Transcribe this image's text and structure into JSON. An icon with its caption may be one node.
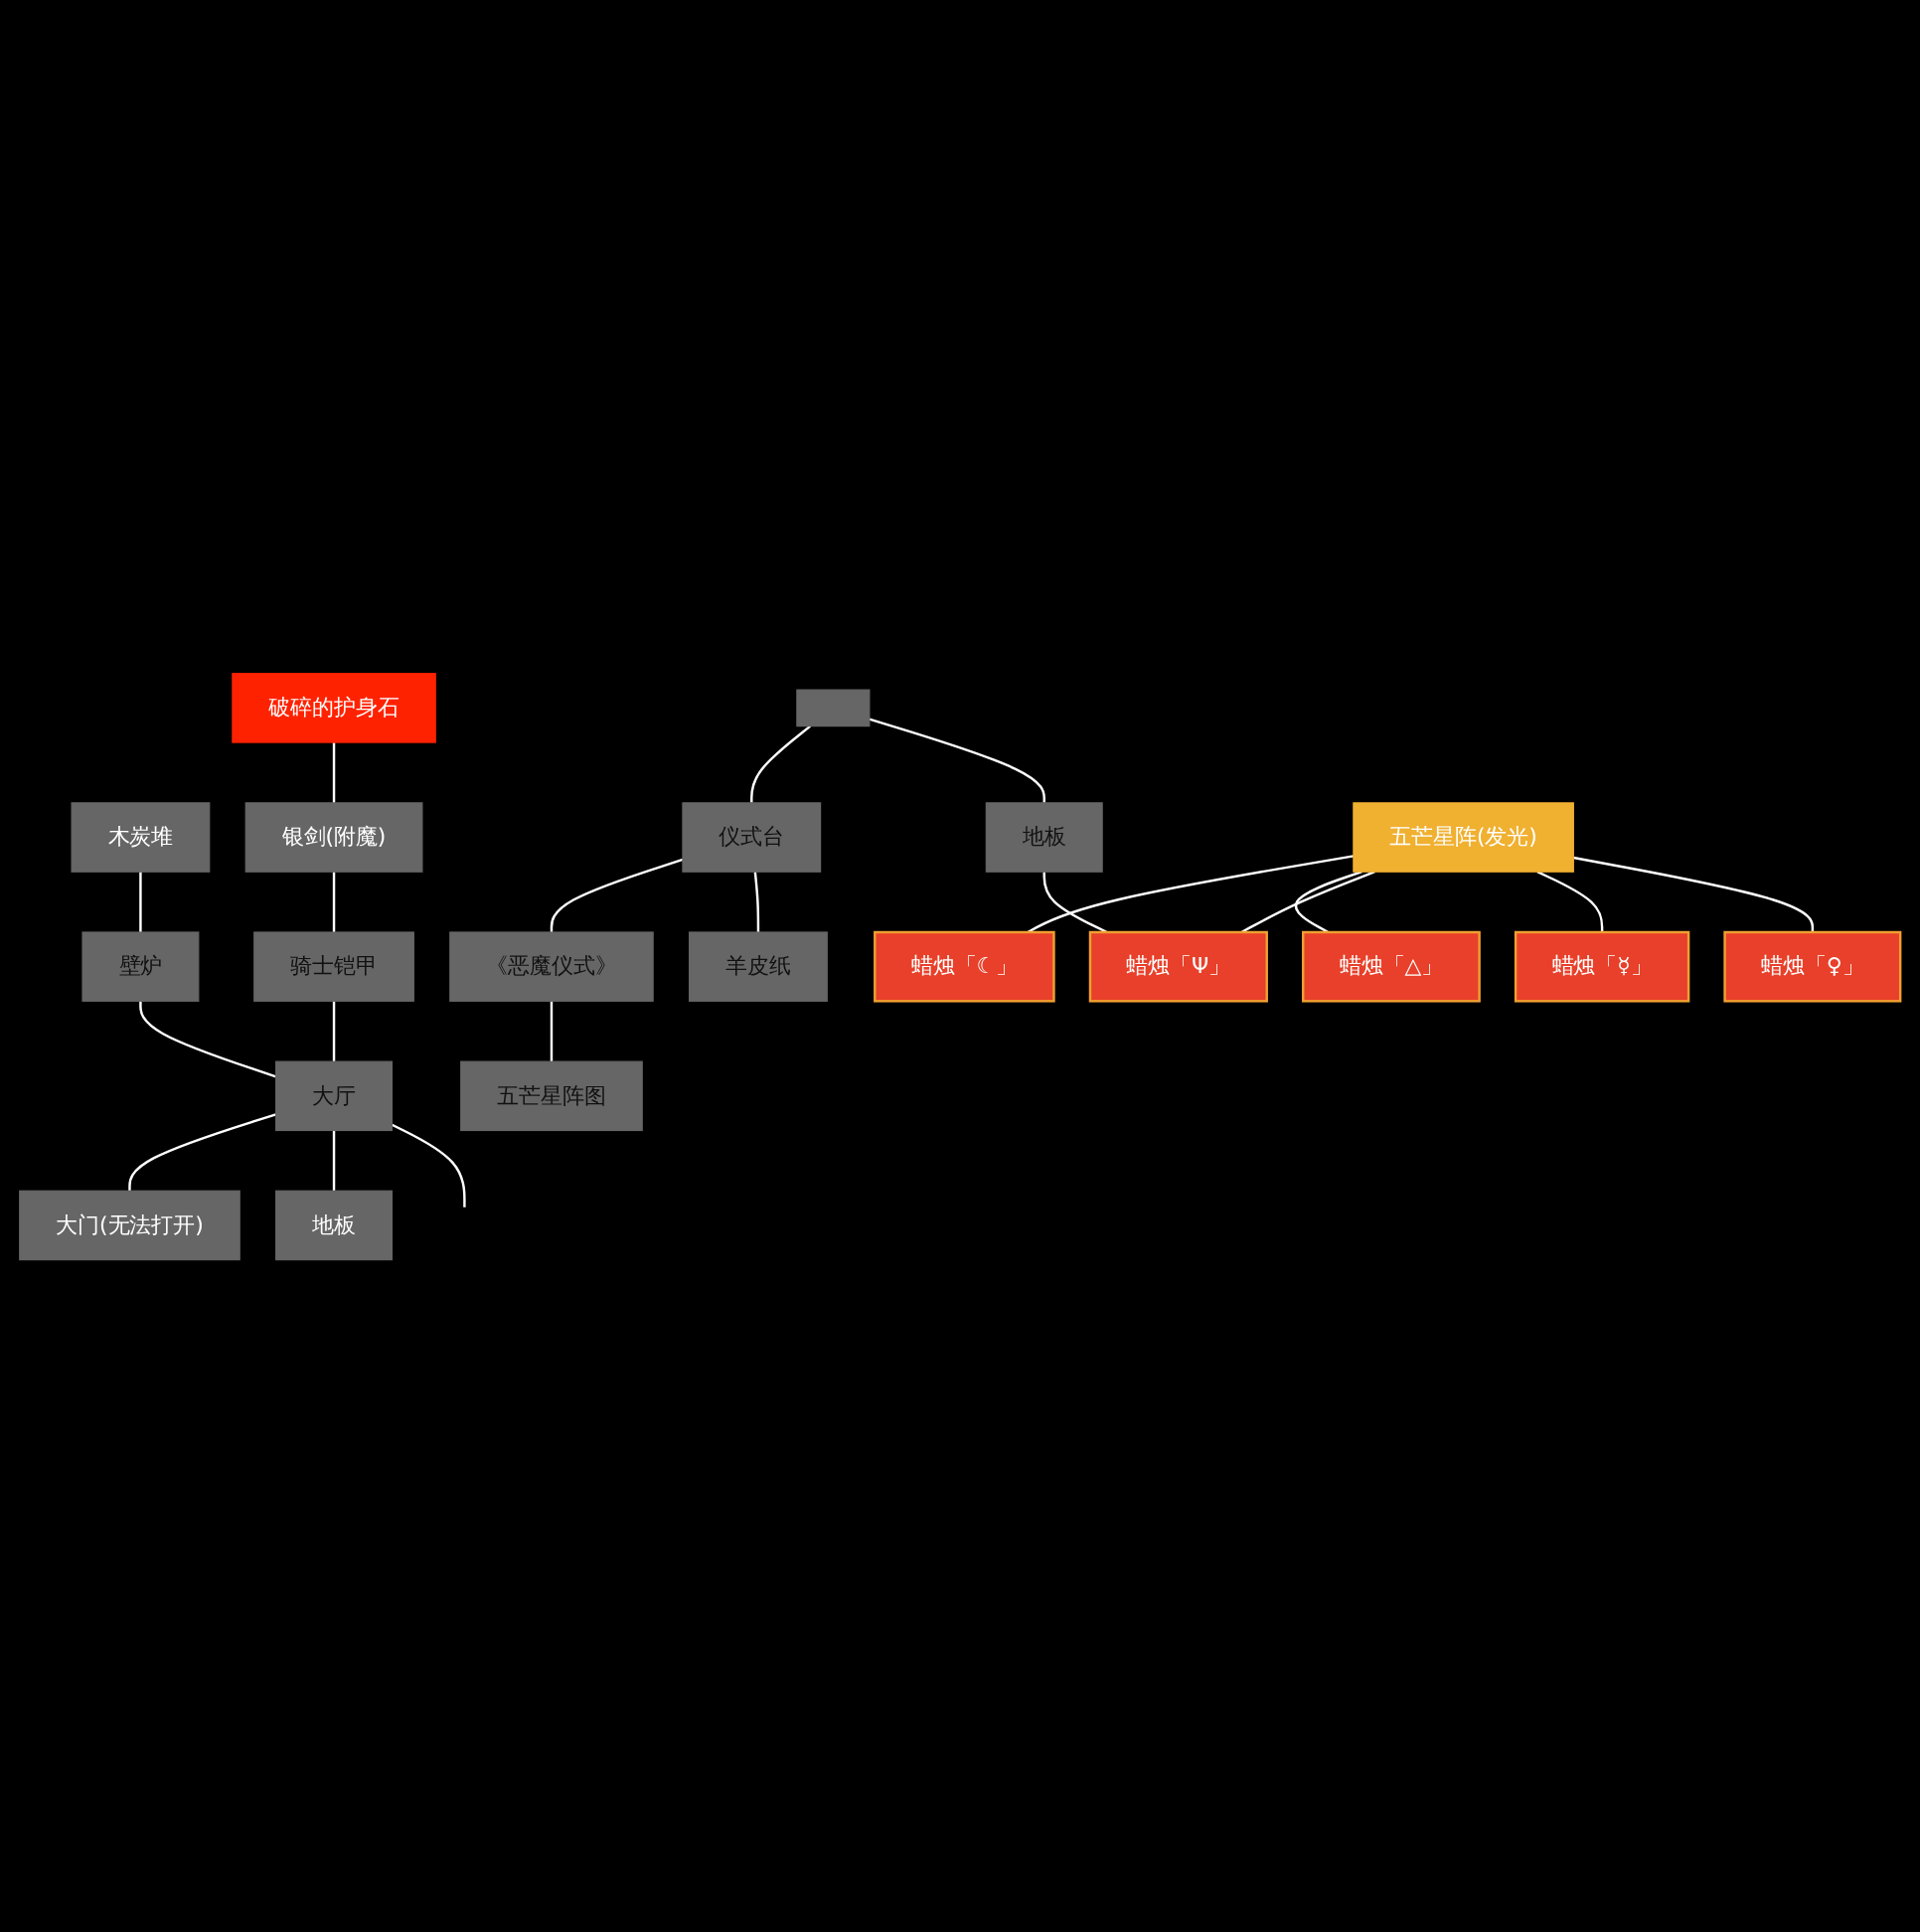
{
  "diagram": {
    "nodes": [
      {
        "text": [
          "木炭堆"
        ]
      },
      {
        "text": [
          "壁炉"
        ]
      },
      {
        "text": [
          "破碎的护身石"
        ]
      },
      {
        "text": [
          "骑士铠甲"
        ]
      },
      {
        "text": [
          "大厅"
        ]
      },
      {
        "text": [
          "银剑(附魔)"
        ]
      },
      {
        "text": [
          "地板"
        ]
      },
      {
        "text": [
          "大门(无法打开)"
        ]
      },
      {
        "text": [],
        "shape": "box"
      },
      {
        "text": [
          "蜡烛「♀」"
        ]
      },
      {
        "text": [
          "地板"
        ]
      },
      {
        "text": [
          "蜡烛「☿」"
        ]
      },
      {
        "text": [
          "蜡烛「Ψ」"
        ]
      },
      {
        "text": [
          "仪式台"
        ]
      },
      {
        "text": [
          "羊皮纸"
        ]
      },
      {
        "text": [
          "五芒星阵(发光)"
        ]
      },
      {
        "text": [
          "《恶魔仪式》"
        ]
      },
      {
        "text": [
          "蜡烛「△」"
        ]
      },
      {
        "text": [
          "蜡烛「☾」"
        ]
      },
      {
        "text": [
          "五芒星阵图"
        ]
      }
    ],
    "edges": [
      {
        "from": 0,
        "to": 1,
        "arrow": "none"
      },
      {
        "from": 1,
        "to": 4,
        "arrow": "none"
      },
      {
        "from": 4,
        "to": null,
        "arrow": "none"
      },
      {
        "from": 3,
        "to": 4,
        "arrow": "none"
      },
      {
        "from": 5,
        "to": 3,
        "arrow": "none"
      },
      {
        "from": 2,
        "to": 5,
        "arrow": "none"
      },
      {
        "from": 4,
        "to": 6,
        "arrow": "none"
      },
      {
        "from": 4,
        "to": 7,
        "arrow": "none"
      },
      {
        "from": 8,
        "to": 10,
        "arrow": "none"
      },
      {
        "from": 8,
        "to": 13,
        "arrow": "none"
      },
      {
        "from": 10,
        "to": 12,
        "arrow": "none"
      },
      {
        "from": 13,
        "to": 14,
        "arrow": "none"
      },
      {
        "from": 13,
        "to": 16,
        "arrow": "none"
      },
      {
        "from": 16,
        "to": 19,
        "arrow": "none"
      },
      {
        "from": 15,
        "to": 9,
        "arrow": "none"
      },
      {
        "from": 15,
        "to": 11,
        "arrow": "none"
      },
      {
        "from": 15,
        "to": 12,
        "arrow": "none"
      },
      {
        "from": 15,
        "to": 17,
        "arrow": "none"
      },
      {
        "from": 15,
        "to": 18,
        "arrow": "none"
      }
    ]
  }
}
